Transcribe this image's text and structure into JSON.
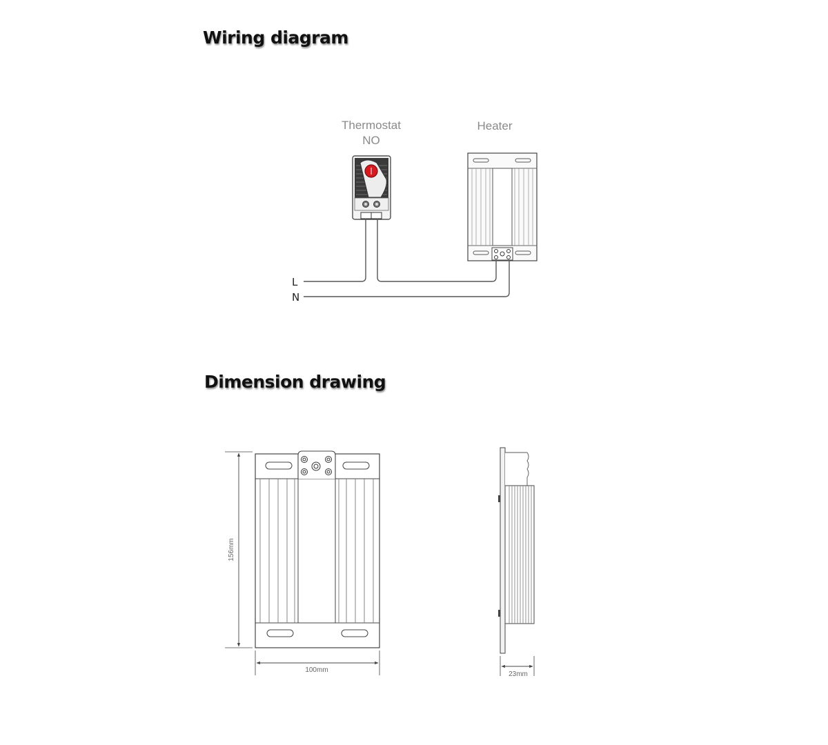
{
  "wiring": {
    "title": "Wiring diagram",
    "thermostat_label": "Thermostat",
    "thermostat_type": "NO",
    "heater_label": "Heater",
    "line_label": "L",
    "neutral_label": "N"
  },
  "dimension": {
    "title": "Dimension drawing",
    "height_label": "156mm",
    "width_label": "100mm",
    "depth_label": "23mm"
  },
  "colors": {
    "thermostat_dial": "#d71920",
    "stroke": "#555555"
  }
}
